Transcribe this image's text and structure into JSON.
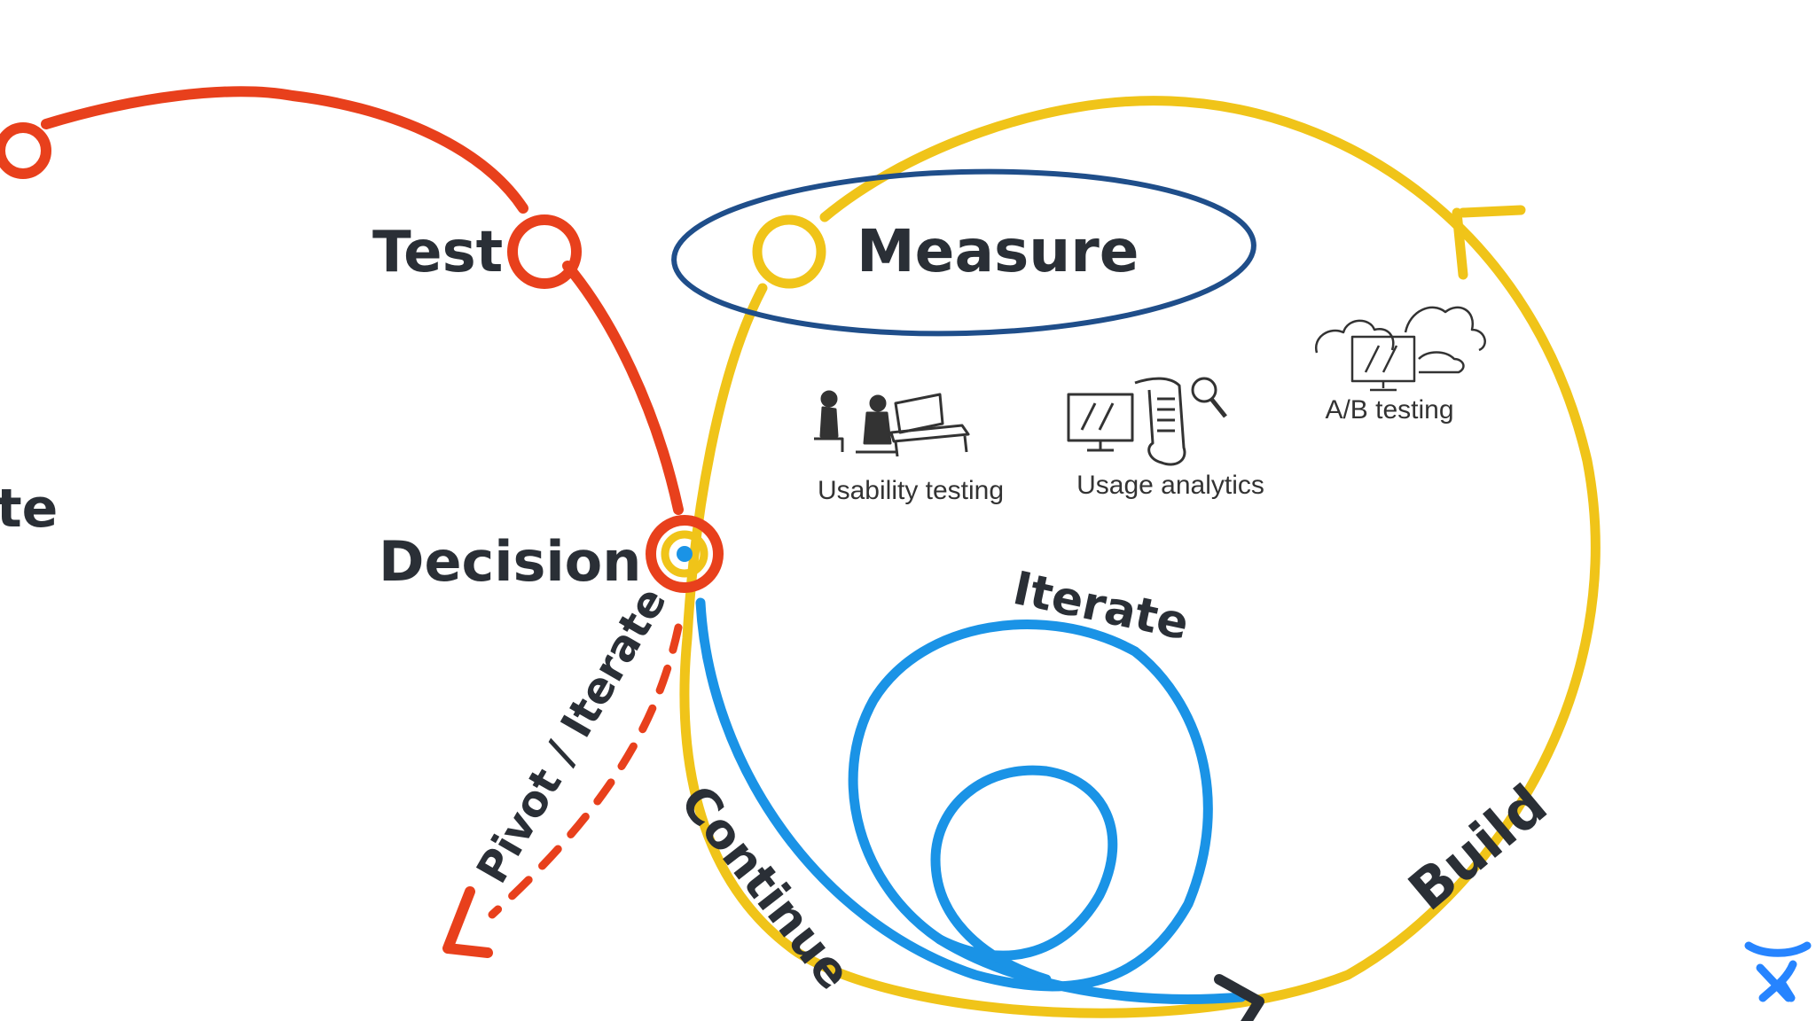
{
  "colors": {
    "background": "#ffffff",
    "red": "#e8401c",
    "yellow": "#f0c419",
    "blue": "#1a93e6",
    "navy": "#1f4e8a",
    "ink": "#2a2f36",
    "brand": "#2684ff"
  },
  "stages": {
    "left_partial": "te",
    "test": "Test",
    "decision": "Decision",
    "measure": "Measure",
    "build": "Build"
  },
  "paths": {
    "iterate": "Iterate",
    "continue": "Continue",
    "pivot_iterate": "Pivot / Iterate"
  },
  "methods": [
    {
      "label": "Usability testing",
      "icon": "usability-testing-icon"
    },
    {
      "label": "Usage analytics",
      "icon": "usage-analytics-icon"
    },
    {
      "label": "A/B testing",
      "icon": "ab-testing-icon"
    }
  ],
  "logo": {
    "icon": "atlassian-logo-icon"
  }
}
